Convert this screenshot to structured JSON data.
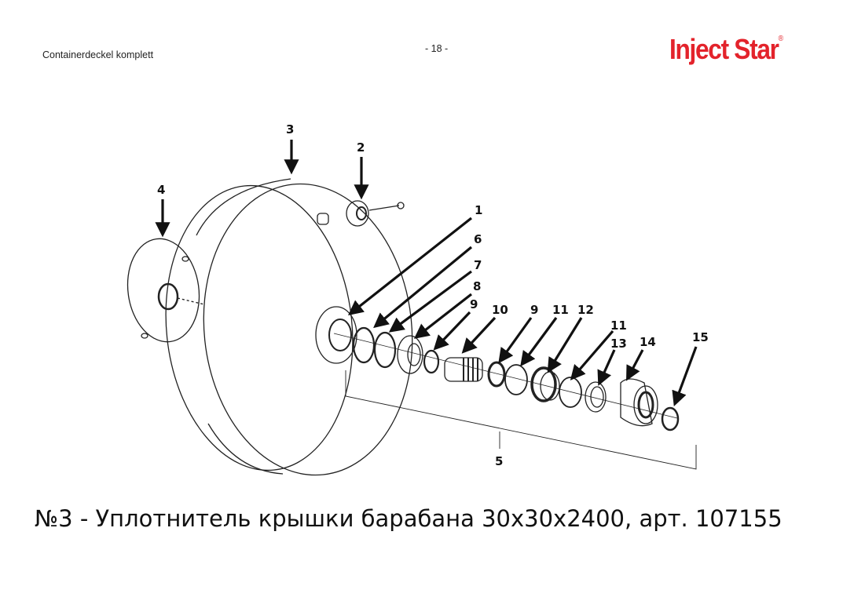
{
  "header": {
    "section_title": "Containerdeckel komplett",
    "page_number": "- 18 -",
    "logo_text": "Inject Star",
    "logo_mark": "®",
    "brand_color": "#e3232b"
  },
  "diagram": {
    "labels": [
      "1",
      "2",
      "3",
      "4",
      "5",
      "6",
      "7",
      "8",
      "9",
      "10",
      "9",
      "11",
      "12",
      "11",
      "13",
      "14",
      "15"
    ]
  },
  "caption": "№3 - Уплотнитель крышки барабана 30x30x2400, арт. 107155"
}
